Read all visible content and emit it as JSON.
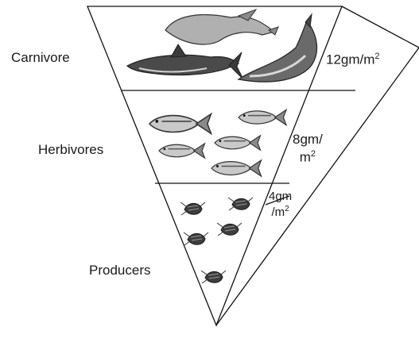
{
  "levels": [
    {
      "name": "Carnivore",
      "biomass": "12gm/m",
      "exponent": "2",
      "organisms": [
        "dolphin-icon",
        "shark-icon",
        "shark-icon"
      ]
    },
    {
      "name": "Herbivores",
      "biomass_line1": "8gm/",
      "biomass_line2": "m",
      "exponent": "2",
      "organisms": [
        "fish-icon",
        "fish-icon",
        "fish-icon",
        "fish-icon",
        "fish-icon"
      ]
    },
    {
      "name": "Producers",
      "biomass_line1": "4gm",
      "biomass_line2": "/m",
      "exponent": "2",
      "organisms": [
        "plankton-icon",
        "plankton-icon",
        "plankton-icon",
        "plankton-icon",
        "plankton-icon"
      ]
    }
  ],
  "colors": {
    "line": "#111111",
    "animal_dark": "#3a3a3a",
    "animal_mid": "#8a8a8a",
    "animal_light": "#cfcfcf"
  }
}
